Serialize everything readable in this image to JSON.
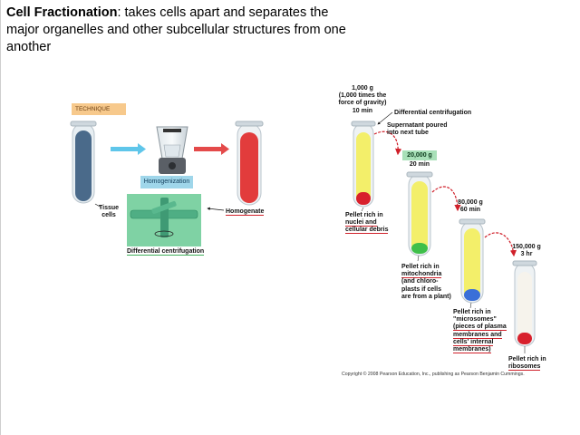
{
  "heading": {
    "bold": "Cell Fractionation",
    "rest": ": takes cells apart and separates the major organelles and other subcellular structures from one another"
  },
  "left_panel": {
    "technique": "TECHNIQUE",
    "homogenization": "Homogenization",
    "tissue_cells_line1": "Tissue",
    "tissue_cells_line2": "cells",
    "homogenate": "Homogenate",
    "diff_centrifugation": "Differential centrifugation"
  },
  "right_panel": {
    "spin1_line1": "1,000 g",
    "spin1_line2": "(1,000 times the",
    "spin1_line3": "force of gravity)",
    "spin1_line4": "10 min",
    "diff_centrifugation": "Differential centrifugation",
    "supernatant_line1": "Supernatant poured",
    "supernatant_line2": "into next tube",
    "spin2_line1": "20,000 g",
    "spin2_line2": "20 min",
    "spin3_line1": "80,000 g",
    "spin3_line2": "60 min",
    "spin4_line1": "150,000 g",
    "spin4_line2": "3 hr",
    "pellet1_line1": "Pellet rich in",
    "pellet1_line2": "nuclei and",
    "pellet1_line3": "cellular debris",
    "pellet2_line1": "Pellet rich in",
    "pellet2_line2": "mitochondria",
    "pellet2_line3": "(and chloro-",
    "pellet2_line4": "plasts if cells",
    "pellet2_line5": "are from a plant)",
    "pellet3_line1": "Pellet rich in",
    "pellet3_line2": "\"microsomes\"",
    "pellet3_line3": "(pieces of plasma",
    "pellet3_line4": "membranes and",
    "pellet3_line5": "cells' internal",
    "pellet3_line6": "membranes)",
    "pellet4_line1": "Pellet rich in",
    "pellet4_line2": "ribosomes"
  },
  "copyright": "Copyright © 2008 Pearson Education, Inc., publishing as Pearson Benjamin Cummings.",
  "colors": {
    "tissue_blue": "#4a6a8a",
    "homogenate_red": "#e23c3c",
    "supernatant_yellow": "#f3ef6a",
    "pellet_red": "#d8202c",
    "pellet_green": "#3fbf4a",
    "pellet_blue": "#3a6fd8",
    "arrow_red": "#d0202a",
    "arrow_cyan": "#5fc6ea"
  }
}
